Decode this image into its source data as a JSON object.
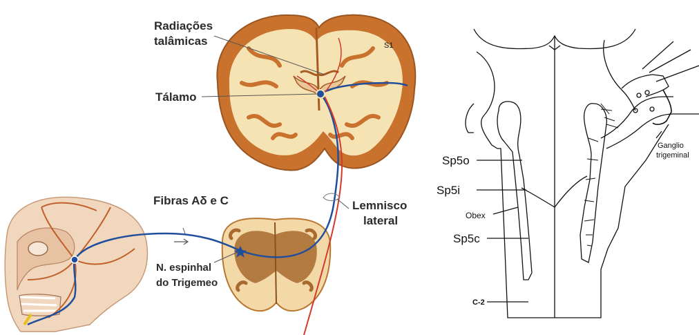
{
  "left_diagram": {
    "labels": {
      "radiacoes_line1": "Radiações",
      "radiacoes_line2": "talâmicas",
      "s1": "S1",
      "talamo": "Tálamo",
      "fibras": "Fibras Aδ  e C",
      "lemnisco_line1": "Lemnisco",
      "lemnisco_line2": "lateral",
      "nucleo_line1": "N. espinhal",
      "nucleo_line2": "do Trigemeo"
    },
    "colors": {
      "pathway": "#1f4f9c",
      "spinal_tract": "#d23a2a",
      "brain_tissue": "#f6e3b4",
      "brain_cortex": "#c9722e",
      "skin": "#f1d7bd",
      "nerves": "#c0602a"
    }
  },
  "right_diagram": {
    "labels": {
      "sp5o": "Sp5o",
      "sp5i": "Sp5i",
      "obex": "Obex",
      "sp5c": "Sp5c",
      "c2": "C-2",
      "ganglio_line1": "Ganglio",
      "ganglio_line2": "trigeminal"
    }
  }
}
